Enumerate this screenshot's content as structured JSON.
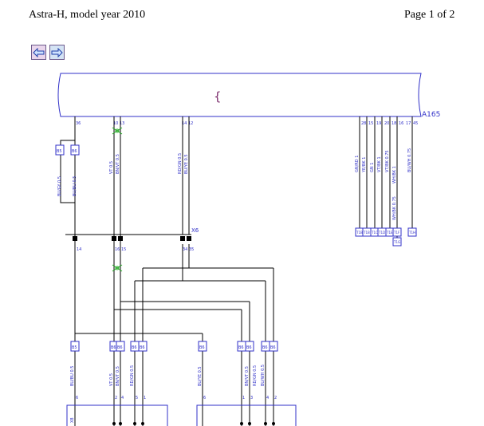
{
  "header": {
    "title": "Astra-H, model year 2010",
    "page": "Page 1 of 2"
  },
  "nav": {
    "back_icon": "arrow-left-icon",
    "forward_icon": "arrow-right-icon"
  },
  "diagram": {
    "module_label": "A165",
    "module_marker": "{",
    "connector_label": "X6",
    "colors": {
      "line": "#3030c8",
      "wire": "#000000",
      "splice": "#22aa22"
    },
    "top_pins": [
      "36",
      "10",
      "13",
      "14",
      "12",
      "28",
      "15",
      "19",
      "20",
      "18",
      "16",
      "17",
      "45"
    ],
    "top_wire_codes": [
      "BU/GY 0.5",
      "BU/BU 0.5",
      "VT 0.5",
      "BN/VT 0.5",
      "RD/GN 0.5",
      "BU/YE 0.5",
      "GN/RD 1",
      "YE/BK 1",
      "GN 1",
      "VT/BK 1",
      "VT/BK 0.75",
      "WH/BK 0.75",
      "WH/BK 1",
      "BU/WH 0.75"
    ],
    "top_boxes": [
      "B5",
      "B6"
    ],
    "right_boxes": [
      "T1B",
      "T1B",
      "T1C",
      "T1D",
      "T1E",
      "T1F",
      "T1G",
      "T1H",
      "T1I"
    ],
    "x6_pins": [
      "14",
      "16",
      "15",
      "34",
      "35"
    ],
    "bottom_boxes": [
      "B5",
      "B6",
      "B6",
      "B6",
      "B6",
      "B6",
      "B6",
      "B6",
      "B6",
      "B6"
    ],
    "bottom_wire_codes": [
      "BU/BU 0.5",
      "VT 0.5",
      "BN/VT 0.5",
      "RD/GN 0.5",
      "BU/YE 0.5",
      "BN/VT 0.5",
      "RD/GN 0.5",
      "BU/WH 0.5"
    ],
    "bottom_pins": [
      "6",
      "2",
      "4",
      "5",
      "1",
      "6",
      "1",
      "3",
      "4",
      "2"
    ],
    "lower_box_label": "X8"
  }
}
